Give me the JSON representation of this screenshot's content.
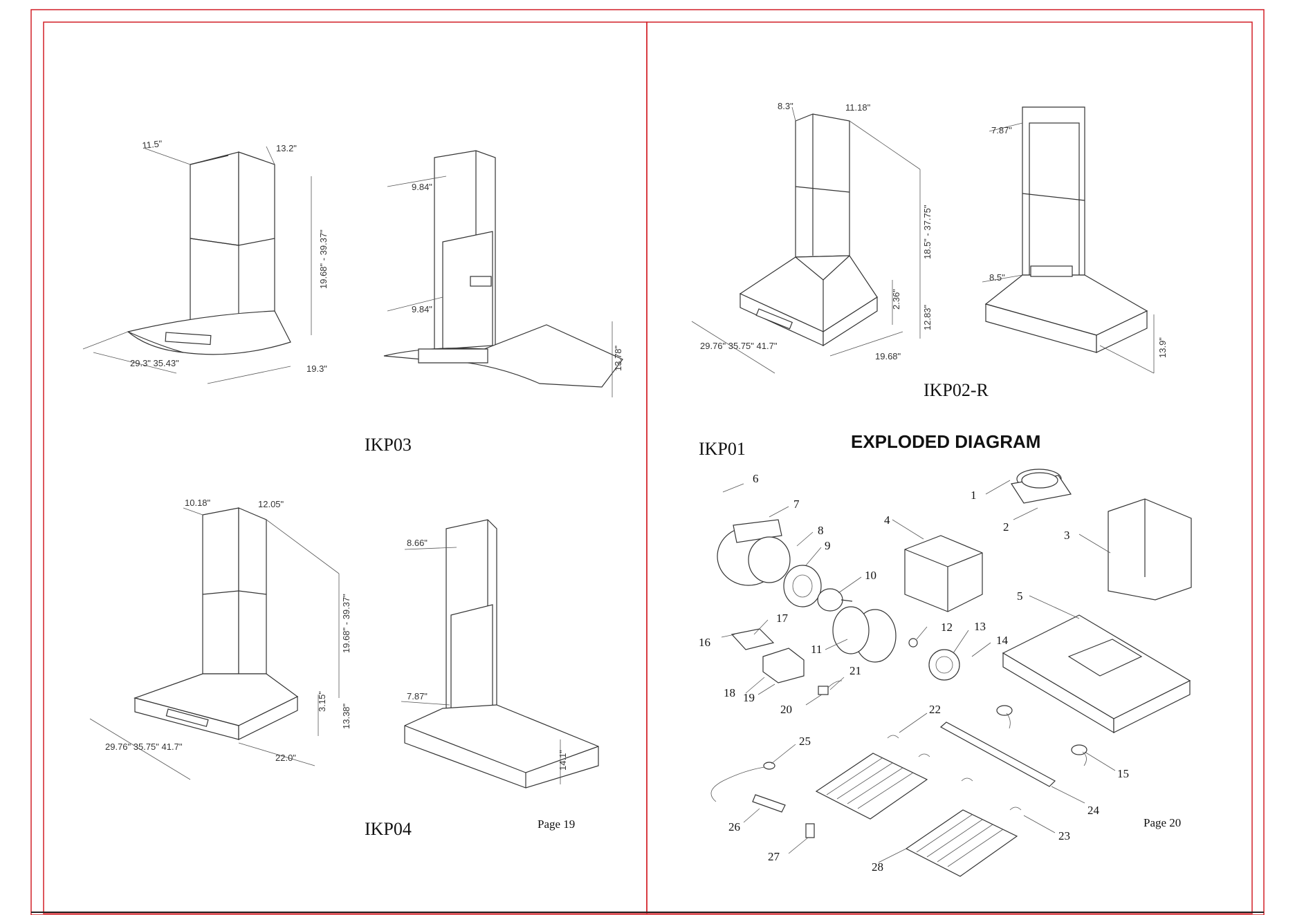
{
  "colors": {
    "border": "#d21f26",
    "line": "#333333",
    "background": "#ffffff"
  },
  "models": {
    "ikp03": {
      "name": "IKP03",
      "dims": {
        "chimney_w": "11.5\"",
        "chimney_d": "13.2\"",
        "height": "19.68\" - 39.37\"",
        "widths": "29.3\" 35.43\"",
        "depth": "19.3\"",
        "side_w": "9.84\"",
        "side_w2": "9.84\"",
        "glass_h": "13.78\""
      }
    },
    "ikp04": {
      "name": "IKP04",
      "dims": {
        "chimney_w": "10.18\"",
        "chimney_d": "12.05\"",
        "height": "19.68\" - 39.37\"",
        "hood_h": "3.15\"",
        "body_h": "13.38\"",
        "widths": "29.76\" 35.75\" 41.7\"",
        "depth": "22.0\"",
        "side_w": "8.66\"",
        "side_w2": "7.87\"",
        "side_h": "14.1\""
      }
    },
    "ikp01": {
      "name": "IKP01",
      "dims": {
        "chimney_w": "8.3\"",
        "chimney_d": "11.18\"",
        "height": "18.5\" - 37.75\"",
        "hood_h": "2.36\"",
        "body_h": "12.83\"",
        "widths": "29.76\" 35.75\" 41.7\"",
        "depth": "19.68\""
      }
    },
    "ikp02r": {
      "name": "IKP02-R",
      "dims": {
        "side_w": "7.87\"",
        "side_w2": "8.5\"",
        "side_h": "13.9\""
      }
    }
  },
  "exploded": {
    "title": "EXPLODED DIAGRAM",
    "parts": [
      "1",
      "2",
      "3",
      "4",
      "5",
      "6",
      "7",
      "8",
      "9",
      "10",
      "11",
      "12",
      "13",
      "14",
      "15",
      "16",
      "17",
      "18",
      "19",
      "20",
      "21",
      "22",
      "23",
      "24",
      "25",
      "26",
      "27",
      "28"
    ]
  },
  "pages": {
    "left": "Page 19",
    "right": "Page 20"
  }
}
